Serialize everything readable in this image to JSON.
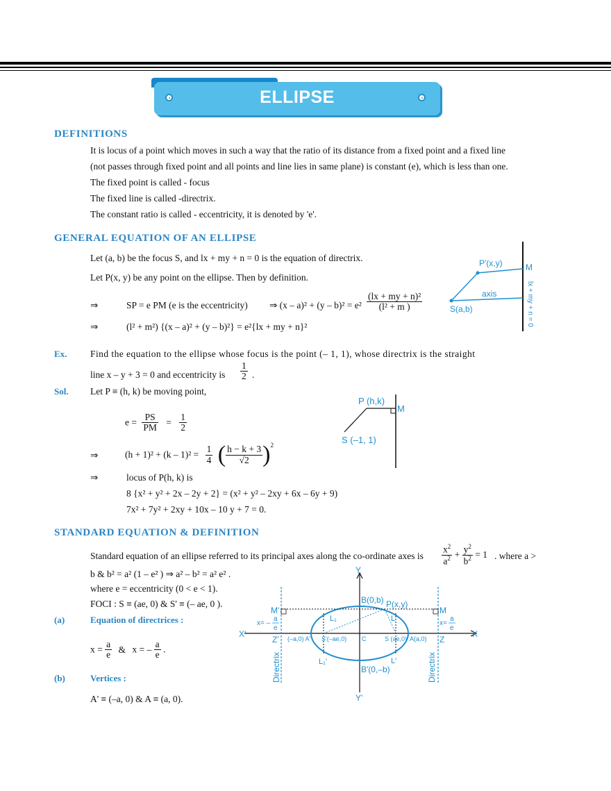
{
  "title": "ELLIPSE",
  "definitions": {
    "heading": "DEFINITIONS",
    "line1": "It is locus of a point which moves in such a way that the ratio of its distance from a fixed point and a fixed line",
    "line2": "(not passes through fixed point and all points and line lies in same plane) is constant (e), which is less than one.",
    "line3": "The fixed point is called - focus",
    "line4": "The fixed line is called -directrix.",
    "line5": "The constant ratio is called - eccentricity, it is denoted by 'e'."
  },
  "general": {
    "heading": "GENERAL EQUATION OF AN ELLIPSE",
    "line1": "Let (a, b) be the focus S, and lx + my + n = 0 is the equation of directrix.",
    "line2": "Let P(x, y) be any point on the ellipse. Then by definition.",
    "implies": "⇒",
    "eq1_left": "SP = e PM (e is the eccentricity)",
    "eq1_mid": "⇒ (x – a)² + (y – b)² = e²",
    "eq1_num": "(lx + my + n)²",
    "eq1_den": "(l² + m  )",
    "eq2": "(l² + m²) {(x – a)² + (y – b)²} = e²{lx + my + n}²",
    "diagram": {
      "p_label": "P'(x,y)",
      "m_label": "M",
      "axis_label": "axis",
      "s_label": "S(a,b)",
      "line_label": "lx + my + n = 0"
    }
  },
  "example": {
    "ex_label": "Ex.",
    "ex_line1": "Find the equation to the ellipse whose focus is the point (– 1, 1), whose directrix is the straight",
    "ex_line2": "line x – y + 3 = 0 and eccentricity is",
    "ex_frac_num": "1",
    "ex_frac_den": "2",
    "sol_label": "Sol.",
    "sol_line1": "Let P ≡ (h, k) be moving point,",
    "e_eq": "e =",
    "e_num1": "PS",
    "e_den1": "PM",
    "e_num2": "1",
    "e_den2": "2",
    "step2_left": "(h + 1)² + (k – 1)² =",
    "step2_num": "1",
    "step2_den": "4",
    "step2_inner_num": "h − k + 3",
    "step2_inner_den": "√2",
    "step3": "locus of P(h, k) is",
    "step4": "8 {x² + y² + 2x – 2y + 2} = (x² + y² – 2xy + 6x – 6y + 9)",
    "step5": "7x² + 7y² + 2xy + 10x – 10 y + 7 = 0.",
    "diagram": {
      "p_label": "P (h,k)",
      "m_label": "M",
      "s_label": "S (–1, 1)"
    }
  },
  "standard": {
    "heading": "STANDARD EQUATION & DEFINITION",
    "line1": "Standard equation of an ellipse referred to its principal axes along the co-ordinate axes is",
    "line1_tail": ". where a >",
    "line2": "b  & b² = a² (1 – e² ) ⇒ a² – b² = a² e² .",
    "line3": "where e = eccentricity (0 < e < 1).",
    "line4": "FOCI : S ≡ (ae, 0) & S' ≡ (– ae, 0 ).",
    "a_label": "(a)",
    "a_title": "Equation of directrices :",
    "dir_eq": "x =  a/e  &  x = – a/e .",
    "b_label": "(b)",
    "b_title": "Vertices :",
    "vertices": "A' ≡ (–a, 0)  & A ≡ (a, 0).",
    "diagram": {
      "y": "Y",
      "y_neg": "Y'",
      "x": "X",
      "x_neg": "X'",
      "b_top": "B(0,b)",
      "p": "P(x,y)",
      "b_bottom": "B'(0,–b)",
      "m_left": "M'",
      "m_right": "M",
      "z_left": "Z'",
      "z_right": "Z",
      "l1": "L₁",
      "l": "L",
      "l1p": "L₁'",
      "lp": "L'",
      "c": "C",
      "a_neg": "(–a,0) A'",
      "s_neg": "S'(–ae,0)",
      "s_pos": "S (ae,0)",
      "a_pos": "A(a,0)",
      "dir_left": "Directrix",
      "dir_right": "Directrix",
      "x_eq_left": "x= –",
      "x_eq_right": "x=",
      "frac_a": "a",
      "frac_e": "e"
    }
  }
}
